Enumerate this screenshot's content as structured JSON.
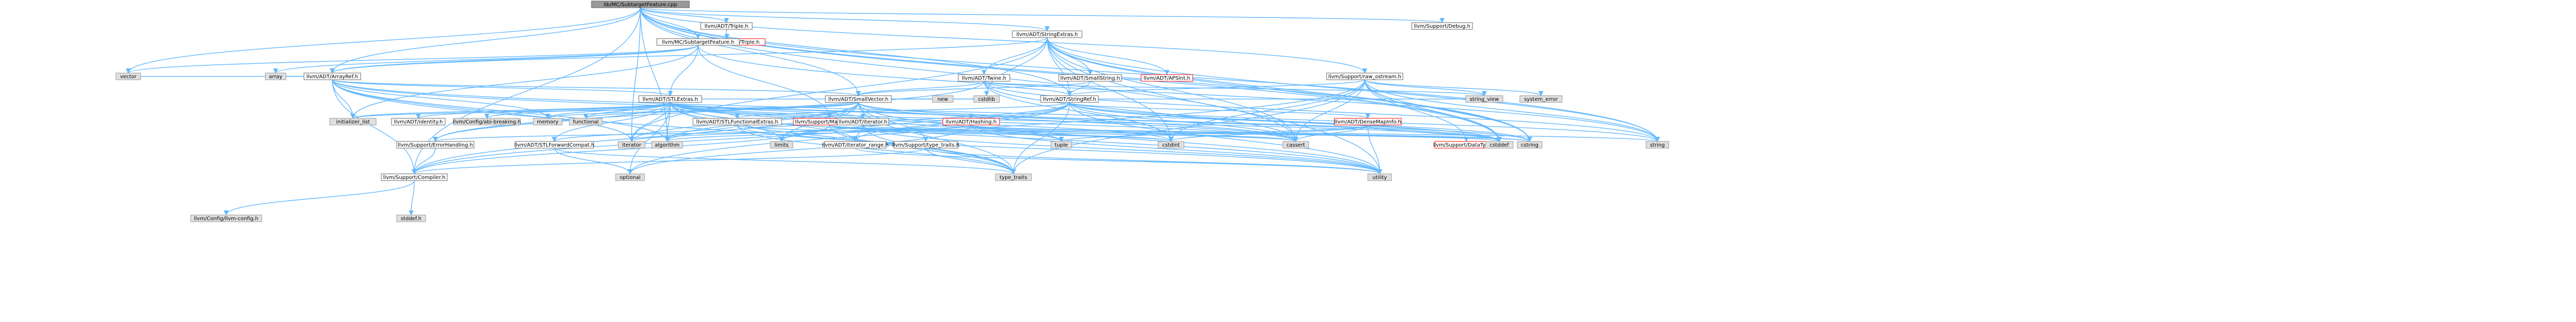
{
  "diagram": {
    "type": "include-dependency-graph",
    "colors": {
      "edge": "#63b8ff",
      "root_fill": "#999999",
      "root_stroke": "#666666",
      "normal_fill": "#ffffff",
      "normal_stroke": "#666666",
      "normal_text": "#000000",
      "red_stroke": "#ff0000",
      "red_text": "#000000",
      "system_fill": "#e0e0e0",
      "system_stroke": "#999999"
    },
    "nodes": [
      {
        "id": "root",
        "label": "lib/MC/SubtargetFeature.cpp",
        "kind": "root"
      },
      {
        "id": "triple",
        "label": "llvm/ADT/Triple.h",
        "kind": "normal"
      },
      {
        "id": "targetparser",
        "label": "llvm/TargetParser/Triple.h",
        "kind": "red"
      },
      {
        "id": "debug",
        "label": "llvm/Support/Debug.h",
        "kind": "normal"
      },
      {
        "id": "mcsubtarget",
        "label": "llvm/MC/SubtargetFeature.h",
        "kind": "normal"
      },
      {
        "id": "stringextras",
        "label": "llvm/ADT/StringExtras.h",
        "kind": "normal"
      },
      {
        "id": "rawostream",
        "label": "llvm/Support/raw_ostream.h",
        "kind": "normal"
      },
      {
        "id": "arrayref",
        "label": "llvm/ADT/ArrayRef.h",
        "kind": "normal"
      },
      {
        "id": "twine",
        "label": "llvm/ADT/Twine.h",
        "kind": "normal"
      },
      {
        "id": "smallstring",
        "label": "llvm/ADT/SmallString.h",
        "kind": "normal"
      },
      {
        "id": "apsint",
        "label": "llvm/ADT/APSInt.h",
        "kind": "red"
      },
      {
        "id": "stlextras",
        "label": "llvm/ADT/STLExtras.h",
        "kind": "normal"
      },
      {
        "id": "smallvector",
        "label": "llvm/ADT/SmallVector.h",
        "kind": "normal"
      },
      {
        "id": "stringref",
        "label": "llvm/ADT/StringRef.h",
        "kind": "normal"
      },
      {
        "id": "densemapinfo",
        "label": "llvm/ADT/DenseMapInfo.h",
        "kind": "red"
      },
      {
        "id": "adthashing",
        "label": "llvm/ADT/Hashing.h",
        "kind": "red"
      },
      {
        "id": "mathextras",
        "label": "llvm/Support/MathExtras.h",
        "kind": "red"
      },
      {
        "id": "stlfunctional",
        "label": "llvm/ADT/STLFunctionalExtras.h",
        "kind": "normal"
      },
      {
        "id": "adtiterator",
        "label": "llvm/ADT/iterator.h",
        "kind": "normal"
      },
      {
        "id": "iteratorrange",
        "label": "llvm/ADT/iterator_range.h",
        "kind": "normal"
      },
      {
        "id": "typetraitsllvm",
        "label": "llvm/Support/type_traits.h",
        "kind": "normal"
      },
      {
        "id": "datatypes",
        "label": "llvm/Support/DataTypes.h",
        "kind": "red"
      },
      {
        "id": "identity",
        "label": "llvm/ADT/identity.h",
        "kind": "normal"
      },
      {
        "id": "abibreaking",
        "label": "llvm/Config/abi-breaking.h",
        "kind": "system"
      },
      {
        "id": "errorhandling",
        "label": "llvm/Support/ErrorHandling.h",
        "kind": "normal"
      },
      {
        "id": "stlforward",
        "label": "llvm/ADT/STLForwardCompat.h",
        "kind": "normal"
      },
      {
        "id": "compiler",
        "label": "llvm/Support/Compiler.h",
        "kind": "normal"
      },
      {
        "id": "llvmconfig",
        "label": "llvm/Config/llvm-config.h",
        "kind": "system"
      },
      {
        "id": "stddef",
        "label": "stddef.h",
        "kind": "system"
      },
      {
        "id": "vector",
        "label": "vector",
        "kind": "system"
      },
      {
        "id": "array",
        "label": "array",
        "kind": "system"
      },
      {
        "id": "initlist",
        "label": "initializer_list",
        "kind": "system"
      },
      {
        "id": "memory",
        "label": "memory",
        "kind": "system"
      },
      {
        "id": "functional",
        "label": "functional",
        "kind": "system"
      },
      {
        "id": "new",
        "label": "new",
        "kind": "system"
      },
      {
        "id": "cstdlib",
        "label": "cstdlib",
        "kind": "system"
      },
      {
        "id": "iterator",
        "label": "iterator",
        "kind": "system"
      },
      {
        "id": "algorithm",
        "label": "algorithm",
        "kind": "system"
      },
      {
        "id": "limits",
        "label": "limits",
        "kind": "system"
      },
      {
        "id": "tuple",
        "label": "tuple",
        "kind": "system"
      },
      {
        "id": "cstdint",
        "label": "cstdint",
        "kind": "system"
      },
      {
        "id": "cassert",
        "label": "cassert",
        "kind": "system"
      },
      {
        "id": "cstddef",
        "label": "cstddef",
        "kind": "system"
      },
      {
        "id": "cstring",
        "label": "cstring",
        "kind": "system"
      },
      {
        "id": "string",
        "label": "string",
        "kind": "system"
      },
      {
        "id": "stringview",
        "label": "string_view",
        "kind": "system"
      },
      {
        "id": "systemerror",
        "label": "system_error",
        "kind": "system"
      },
      {
        "id": "utility",
        "label": "utility",
        "kind": "system"
      },
      {
        "id": "typetraits",
        "label": "type_traits",
        "kind": "system"
      },
      {
        "id": "optional",
        "label": "optional",
        "kind": "system"
      }
    ],
    "edges": [
      [
        "root",
        "triple"
      ],
      [
        "root",
        "debug"
      ],
      [
        "root",
        "mcsubtarget"
      ],
      [
        "root",
        "stringextras"
      ],
      [
        "root",
        "rawostream"
      ],
      [
        "root",
        "arrayref"
      ],
      [
        "root",
        "smallvector"
      ],
      [
        "root",
        "stringref"
      ],
      [
        "root",
        "vector"
      ],
      [
        "root",
        "compiler"
      ],
      [
        "root",
        "algorithm"
      ],
      [
        "root",
        "cassert"
      ],
      [
        "root",
        "cstddef"
      ],
      [
        "root",
        "cstring"
      ],
      [
        "root",
        "iterator"
      ],
      [
        "root",
        "string"
      ],
      [
        "triple",
        "targetparser"
      ],
      [
        "mcsubtarget",
        "arrayref"
      ],
      [
        "mcsubtarget",
        "stlextras"
      ],
      [
        "mcsubtarget",
        "mathextras"
      ],
      [
        "mcsubtarget",
        "array"
      ],
      [
        "mcsubtarget",
        "bitset"
      ],
      [
        "mcsubtarget",
        "initlist"
      ],
      [
        "mcsubtarget",
        "string"
      ],
      [
        "mcsubtarget",
        "vector"
      ],
      [
        "stringextras",
        "apsint"
      ],
      [
        "stringextras",
        "arrayref"
      ],
      [
        "stringextras",
        "smallstring"
      ],
      [
        "stringextras",
        "stringref"
      ],
      [
        "stringextras",
        "twine"
      ],
      [
        "stringextras",
        "cassert"
      ],
      [
        "stringextras",
        "cstddef"
      ],
      [
        "stringextras",
        "cstdint"
      ],
      [
        "stringextras",
        "cstdlib"
      ],
      [
        "stringextras",
        "cstring"
      ],
      [
        "stringextras",
        "iterator"
      ],
      [
        "stringextras",
        "string"
      ],
      [
        "stringextras",
        "utility"
      ],
      [
        "twine",
        "smallvector"
      ],
      [
        "twine",
        "stringref"
      ],
      [
        "twine",
        "errorhandling"
      ],
      [
        "twine",
        "cassert"
      ],
      [
        "twine",
        "cstdint"
      ],
      [
        "twine",
        "string"
      ],
      [
        "twine",
        "stringview"
      ],
      [
        "smallstring",
        "smallvector"
      ],
      [
        "smallstring",
        "stringref"
      ],
      [
        "arrayref",
        "hashing"
      ],
      [
        "arrayref",
        "smallvector"
      ],
      [
        "arrayref",
        "stlextras"
      ],
      [
        "arrayref",
        "compiler"
      ],
      [
        "arrayref",
        "algorithm"
      ],
      [
        "arrayref",
        "array"
      ],
      [
        "arrayref",
        "cassert"
      ],
      [
        "arrayref",
        "cstddef"
      ],
      [
        "arrayref",
        "initlist"
      ],
      [
        "arrayref",
        "iterator"
      ],
      [
        "arrayref",
        "memory"
      ],
      [
        "arrayref",
        "typetraits"
      ],
      [
        "arrayref",
        "vector"
      ],
      [
        "stlextras",
        "adthashing"
      ],
      [
        "stlextras",
        "stlforward"
      ],
      [
        "stlextras",
        "stlfunctional"
      ],
      [
        "stlextras",
        "identity"
      ],
      [
        "stlextras",
        "adtiterator"
      ],
      [
        "stlextras",
        "iteratorrange"
      ],
      [
        "stlextras",
        "abibreaking"
      ],
      [
        "stlextras",
        "errorhandling"
      ],
      [
        "stlextras",
        "algorithm"
      ],
      [
        "stlextras",
        "cassert"
      ],
      [
        "stlextras",
        "cstddef"
      ],
      [
        "stlextras",
        "cstdint"
      ],
      [
        "stlextras",
        "cstdlib"
      ],
      [
        "stlextras",
        "functional"
      ],
      [
        "stlextras",
        "initlist"
      ],
      [
        "stlextras",
        "iterator"
      ],
      [
        "stlextras",
        "limits"
      ],
      [
        "stlextras",
        "memory"
      ],
      [
        "stlextras",
        "optional"
      ],
      [
        "stlextras",
        "tuple"
      ],
      [
        "stlextras",
        "typetraits"
      ],
      [
        "stlextras",
        "utility"
      ],
      [
        "smallvector",
        "compiler"
      ],
      [
        "smallvector",
        "typetraitsllvm"
      ],
      [
        "smallvector",
        "algorithm"
      ],
      [
        "smallvector",
        "cassert"
      ],
      [
        "smallvector",
        "cstddef"
      ],
      [
        "smallvector",
        "cstdlib"
      ],
      [
        "smallvector",
        "cstring"
      ],
      [
        "smallvector",
        "functional"
      ],
      [
        "smallvector",
        "initlist"
      ],
      [
        "smallvector",
        "iterator"
      ],
      [
        "smallvector",
        "limits"
      ],
      [
        "smallvector",
        "memory"
      ],
      [
        "smallvector",
        "new"
      ],
      [
        "smallvector",
        "typetraits"
      ],
      [
        "smallvector",
        "utility"
      ],
      [
        "stringref",
        "densemapinfo"
      ],
      [
        "stringref",
        "stlfunctional"
      ],
      [
        "stringref",
        "iteratorrange"
      ],
      [
        "stringref",
        "compiler"
      ],
      [
        "stringref",
        "algorithm"
      ],
      [
        "stringref",
        "cassert"
      ],
      [
        "stringref",
        "cstddef"
      ],
      [
        "stringref",
        "cstring"
      ],
      [
        "stringref",
        "limits"
      ],
      [
        "stringref",
        "string"
      ],
      [
        "stringref",
        "stringview"
      ],
      [
        "stringref",
        "typetraits"
      ],
      [
        "stringref",
        "utility"
      ],
      [
        "rawostream",
        "stringref"
      ],
      [
        "rawostream",
        "datatypes"
      ],
      [
        "rawostream",
        "cassert"
      ],
      [
        "rawostream",
        "cstddef"
      ],
      [
        "rawostream",
        "cstdint"
      ],
      [
        "rawostream",
        "cstring"
      ],
      [
        "rawostream",
        "optional"
      ],
      [
        "rawostream",
        "string"
      ],
      [
        "rawostream",
        "stringview"
      ],
      [
        "rawostream",
        "systemerror"
      ],
      [
        "rawostream",
        "typetraits"
      ],
      [
        "densemapinfo",
        "cassert"
      ],
      [
        "densemapinfo",
        "cstddef"
      ],
      [
        "densemapinfo",
        "cstdint"
      ],
      [
        "densemapinfo",
        "tuple"
      ],
      [
        "densemapinfo",
        "utility"
      ],
      [
        "adthashing",
        "errorhandling"
      ],
      [
        "adthashing",
        "algorithm"
      ],
      [
        "adthashing",
        "cassert"
      ],
      [
        "adthashing",
        "cstring"
      ],
      [
        "adthashing",
        "optional"
      ],
      [
        "adthashing",
        "string"
      ],
      [
        "adthashing",
        "tuple"
      ],
      [
        "adthashing",
        "utility"
      ],
      [
        "mathextras",
        "compiler"
      ],
      [
        "mathextras",
        "cassert"
      ],
      [
        "mathextras",
        "climits"
      ],
      [
        "mathextras",
        "cstdint"
      ],
      [
        "mathextras",
        "cstring"
      ],
      [
        "mathextras",
        "limits"
      ],
      [
        "mathextras",
        "typetraits"
      ],
      [
        "stlfunctional",
        "stlforward"
      ],
      [
        "stlfunctional",
        "cstdint"
      ],
      [
        "stlfunctional",
        "typetraits"
      ],
      [
        "stlfunctional",
        "utility"
      ],
      [
        "adtiterator",
        "iteratorrange"
      ],
      [
        "adtiterator",
        "cstddef"
      ],
      [
        "adtiterator",
        "iterator"
      ],
      [
        "adtiterator",
        "typetraits"
      ],
      [
        "adtiterator",
        "utility"
      ],
      [
        "iteratorrange",
        "utility"
      ],
      [
        "typetraitsllvm",
        "compiler"
      ],
      [
        "typetraitsllvm",
        "typetraits"
      ],
      [
        "typetraitsllvm",
        "utility"
      ],
      [
        "errorhandling",
        "compiler"
      ],
      [
        "stlforward",
        "optional"
      ],
      [
        "stlforward",
        "typetraits"
      ],
      [
        "compiler",
        "llvmconfig"
      ],
      [
        "compiler",
        "stddef"
      ]
    ]
  }
}
